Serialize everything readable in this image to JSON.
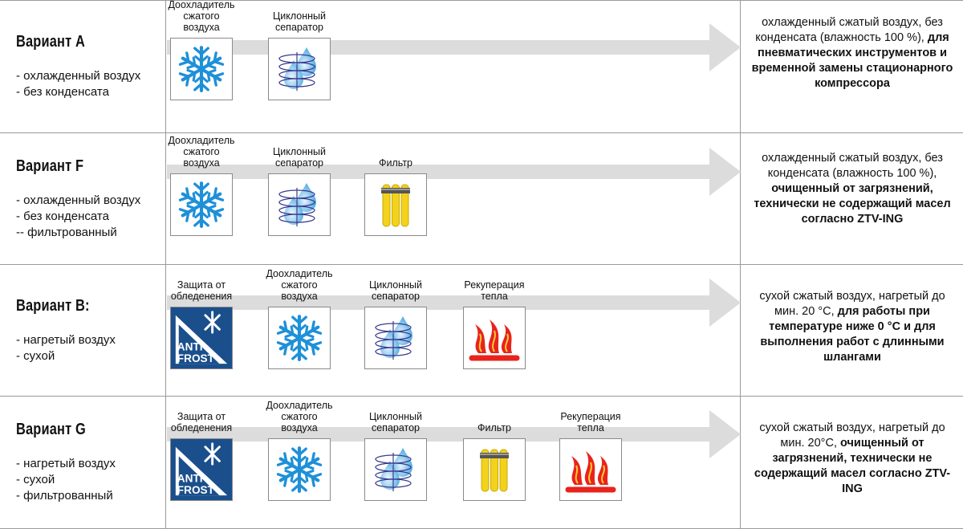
{
  "labels": {
    "aftercooler": "Доохладитель сжатого воздуха",
    "cyclone": "Циклонный сепаратор",
    "filter": "Фильтр",
    "antifrost": "Защита от обледенения",
    "heat_recovery": "Рекуперация тепла",
    "antifrost_logo": "ANTI FROST"
  },
  "colors": {
    "snowflake": "#1e90d8",
    "antifrost_blue": "#1a4f8c",
    "filter_yellow": "#f2d21b",
    "flame_red": "#e8231d",
    "arrow_gray": "#dcdcdc",
    "border": "#9a9a9a"
  },
  "rows": [
    {
      "title": "Вариант А",
      "bullets": [
        "- охлажденный воздух",
        "- без конденсата"
      ],
      "components": [
        {
          "key": "aftercooler",
          "label": "Доохладитель сжатого воздуха",
          "icon": "snowflake-icon"
        },
        {
          "key": "cyclone",
          "label": "Циклонный сепаратор",
          "icon": "cyclone-droplet-icon"
        }
      ],
      "result_normal": "охлажденный сжатый воздух, без конденсата (влажность 100 %),",
      "result_bold": "для пневматических инструментов и временной замены стационарного компрессора"
    },
    {
      "title": "Вариант F",
      "bullets": [
        "- охлажденный воздух",
        "- без конденсата",
        "-- фильтрованный"
      ],
      "components": [
        {
          "key": "aftercooler",
          "label": "Доохладитель сжатого воздуха",
          "icon": "snowflake-icon"
        },
        {
          "key": "cyclone",
          "label": "Циклонный сепаратор",
          "icon": "cyclone-droplet-icon"
        },
        {
          "key": "filter",
          "label": "Фильтр",
          "icon": "filter-cartridge-icon"
        }
      ],
      "result_normal": "охлажденный сжатый воздух, без конденсата (влажность 100 %),",
      "result_bold": "очищенный от загрязнений, технически не содержащий масел согласно ZTV-ING"
    },
    {
      "title": "Вариант B:",
      "bullets": [
        "- нагретый воздух",
        "- сухой"
      ],
      "components": [
        {
          "key": "antifrost",
          "label": "Защита от обледенения",
          "icon": "antifrost-icon"
        },
        {
          "key": "aftercooler",
          "label": "Доохладитель сжатого воздуха",
          "icon": "snowflake-icon"
        },
        {
          "key": "cyclone",
          "label": "Циклонный сепаратор",
          "icon": "cyclone-droplet-icon"
        },
        {
          "key": "heat_recovery",
          "label": "Рекуперация тепла",
          "icon": "flame-icon"
        }
      ],
      "result_normal": "сухой сжатый воздух, нагретый до мин. 20 °C,",
      "result_bold": "для работы при температуре ниже 0 °C и для выполнения работ с длинными шлангами"
    },
    {
      "title": "Вариант G",
      "bullets": [
        "- нагретый воздух",
        "- сухой",
        "- фильтрованный"
      ],
      "components": [
        {
          "key": "antifrost",
          "label": "Защита от обледенения",
          "icon": "antifrost-icon"
        },
        {
          "key": "aftercooler",
          "label": "Доохладитель сжатого воздуха",
          "icon": "snowflake-icon"
        },
        {
          "key": "cyclone",
          "label": "Циклонный сепаратор",
          "icon": "cyclone-droplet-icon"
        },
        {
          "key": "filter",
          "label": "Фильтр",
          "icon": "filter-cartridge-icon"
        },
        {
          "key": "heat_recovery",
          "label": "Рекуперация тепла",
          "icon": "flame-icon"
        }
      ],
      "result_normal": "сухой сжатый воздух, нагретый до мин. 20°C,",
      "result_bold": "очищенный от загрязнений, технически не содержащий масел согласно ZTV-ING"
    }
  ]
}
